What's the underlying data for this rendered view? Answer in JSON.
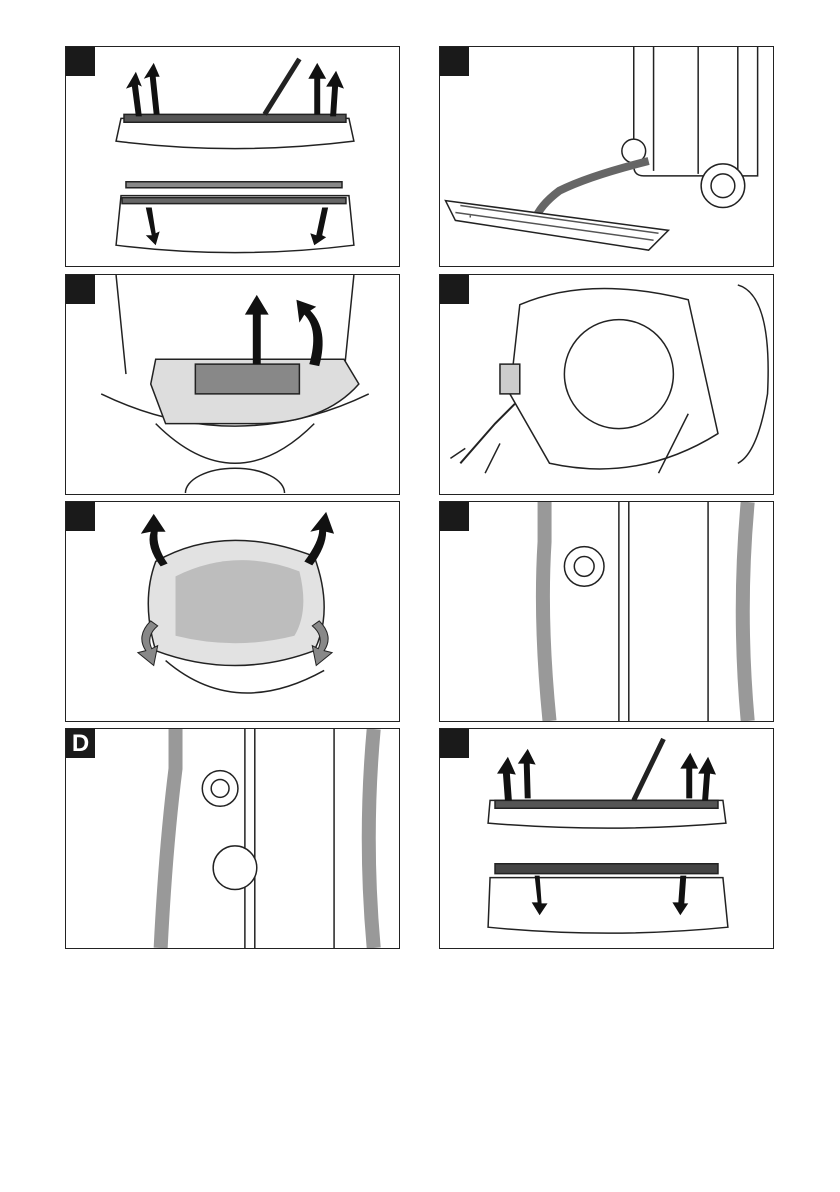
{
  "panels": [
    {
      "id": "p1",
      "label": ""
    },
    {
      "id": "p2",
      "label": ""
    },
    {
      "id": "p3",
      "label": ""
    },
    {
      "id": "p4",
      "label": ""
    },
    {
      "id": "p5",
      "label": ""
    },
    {
      "id": "p6",
      "label": ""
    },
    {
      "id": "p7",
      "label": "D"
    },
    {
      "id": "p8",
      "label": ""
    }
  ]
}
